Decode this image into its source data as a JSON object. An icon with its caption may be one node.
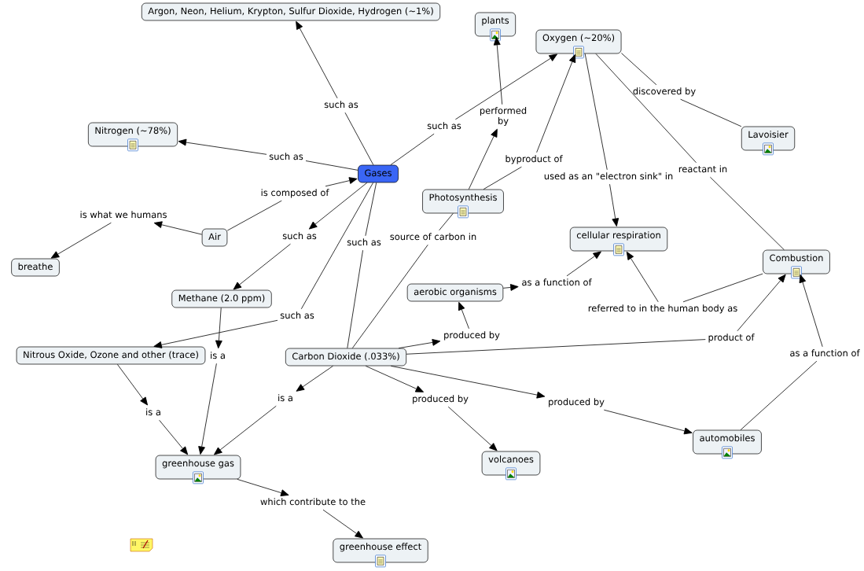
{
  "diagram": {
    "nodes": [
      {
        "text": [
          "Argon, Neon, Helium, Krypton, Sulfur Dioxide, Hydrogen (~1%)"
        ]
      },
      {
        "text": [
          "plants"
        ]
      },
      {
        "text": [
          "Oxygen (~20%)"
        ]
      },
      {
        "text": [
          "Nitrogen (~78%)"
        ]
      },
      {
        "text": [
          "Lavoisier"
        ]
      },
      {
        "text": [
          "Gases"
        ]
      },
      {
        "text": [
          "Photosynthesis"
        ]
      },
      {
        "text": [
          "Air"
        ]
      },
      {
        "text": [
          "breathe"
        ]
      },
      {
        "text": [
          "cellular respiration"
        ]
      },
      {
        "text": [
          "Combustion"
        ]
      },
      {
        "text": [
          "Methane (2.0 ppm)"
        ]
      },
      {
        "text": [
          "aerobic organisms"
        ]
      },
      {
        "text": [
          "Nitrous Oxide, Ozone and other (trace)"
        ]
      },
      {
        "text": [
          "Carbon Dioxide (.033%)"
        ]
      },
      {
        "text": [
          "greenhouse gas"
        ]
      },
      {
        "text": [
          "volcanoes"
        ]
      },
      {
        "text": [
          "automobiles"
        ]
      },
      {
        "text": [
          "greenhouse effect"
        ]
      },
      {
        "text": [
          "such as"
        ]
      },
      {
        "text": [
          "such as"
        ]
      },
      {
        "text": [
          "performed by"
        ]
      },
      {
        "text": [
          "discovered by"
        ]
      },
      {
        "text": [
          "such as"
        ]
      },
      {
        "text": [
          "byproduct of"
        ]
      },
      {
        "text": [
          "used as an \"electron sink\" in"
        ]
      },
      {
        "text": [
          "reactant in"
        ]
      },
      {
        "text": [
          "is composed of"
        ]
      },
      {
        "text": [
          "is what we humans"
        ]
      },
      {
        "text": [
          "such as"
        ]
      },
      {
        "text": [
          "such as"
        ]
      },
      {
        "text": [
          "source of carbon in"
        ]
      },
      {
        "text": [
          "such as"
        ]
      },
      {
        "text": [
          "as a function of"
        ]
      },
      {
        "text": [
          "referred to in the human body as"
        ]
      },
      {
        "text": [
          "produced by"
        ]
      },
      {
        "text": [
          "product of"
        ]
      },
      {
        "text": [
          "as a function of"
        ]
      },
      {
        "text": [
          "is a"
        ]
      },
      {
        "text": [
          "is a"
        ]
      },
      {
        "text": [
          "is a"
        ]
      },
      {
        "text": [
          "produced by"
        ]
      },
      {
        "text": [
          "produced by"
        ]
      },
      {
        "text": [
          "which contribute to the"
        ]
      }
    ],
    "edges": [
      {
        "from": 5,
        "to": 19,
        "arrow": "none"
      },
      {
        "from": 19,
        "to": 0,
        "arrow": "to"
      },
      {
        "from": 5,
        "to": 20,
        "arrow": "none"
      },
      {
        "from": 20,
        "to": 2,
        "arrow": "to"
      },
      {
        "from": 6,
        "to": 21,
        "arrow": "to"
      },
      {
        "from": 21,
        "to": 1,
        "arrow": "to"
      },
      {
        "from": 2,
        "to": 22,
        "arrow": "none"
      },
      {
        "from": 22,
        "to": 4,
        "arrow": "none"
      },
      {
        "from": 5,
        "to": 23,
        "arrow": "none"
      },
      {
        "from": 23,
        "to": 3,
        "arrow": "to"
      },
      {
        "from": 6,
        "to": 24,
        "arrow": "none"
      },
      {
        "from": 24,
        "to": 2,
        "arrow": "to"
      },
      {
        "from": 2,
        "to": 25,
        "arrow": "none"
      },
      {
        "from": 25,
        "to": 9,
        "arrow": "to"
      },
      {
        "from": 2,
        "to": 26,
        "arrow": "none"
      },
      {
        "from": 26,
        "to": 10,
        "arrow": "none"
      },
      {
        "from": 7,
        "to": 27,
        "arrow": "none"
      },
      {
        "from": 27,
        "to": 5,
        "arrow": "to"
      },
      {
        "from": 7,
        "to": 28,
        "arrow": "to"
      },
      {
        "from": 28,
        "to": 8,
        "arrow": "to"
      },
      {
        "from": 5,
        "to": 29,
        "arrow": "to"
      },
      {
        "from": 29,
        "to": 11,
        "arrow": "to"
      },
      {
        "from": 5,
        "to": 30,
        "arrow": "none"
      },
      {
        "from": 30,
        "to": 14,
        "arrow": "none"
      },
      {
        "from": 14,
        "to": 31,
        "arrow": "none"
      },
      {
        "from": 31,
        "to": 6,
        "arrow": "none"
      },
      {
        "from": 5,
        "to": 32,
        "arrow": "none"
      },
      {
        "from": 32,
        "to": 13,
        "arrow": "to"
      },
      {
        "from": 12,
        "to": 33,
        "arrow": "to"
      },
      {
        "from": 33,
        "to": 9,
        "arrow": "to"
      },
      {
        "from": 10,
        "to": 34,
        "arrow": "none"
      },
      {
        "from": 34,
        "to": 9,
        "arrow": "to"
      },
      {
        "from": 14,
        "to": 35,
        "arrow": "to"
      },
      {
        "from": 35,
        "to": 12,
        "arrow": "to"
      },
      {
        "from": 14,
        "to": 36,
        "arrow": "none"
      },
      {
        "from": 36,
        "to": 10,
        "arrow": "to"
      },
      {
        "from": 17,
        "to": 37,
        "arrow": "none"
      },
      {
        "from": 37,
        "to": 10,
        "arrow": "to"
      },
      {
        "from": 11,
        "to": 38,
        "arrow": "to"
      },
      {
        "from": 38,
        "to": 15,
        "arrow": "to"
      },
      {
        "from": 14,
        "to": 39,
        "arrow": "to"
      },
      {
        "from": 39,
        "to": 15,
        "arrow": "to"
      },
      {
        "from": 13,
        "to": 40,
        "arrow": "to"
      },
      {
        "from": 40,
        "to": 15,
        "arrow": "to"
      },
      {
        "from": 14,
        "to": 41,
        "arrow": "to"
      },
      {
        "from": 41,
        "to": 16,
        "arrow": "to"
      },
      {
        "from": 14,
        "to": 42,
        "arrow": "to"
      },
      {
        "from": 42,
        "to": 17,
        "arrow": "to"
      },
      {
        "from": 15,
        "to": 43,
        "arrow": "to"
      },
      {
        "from": 43,
        "to": 18,
        "arrow": "to"
      }
    ]
  }
}
